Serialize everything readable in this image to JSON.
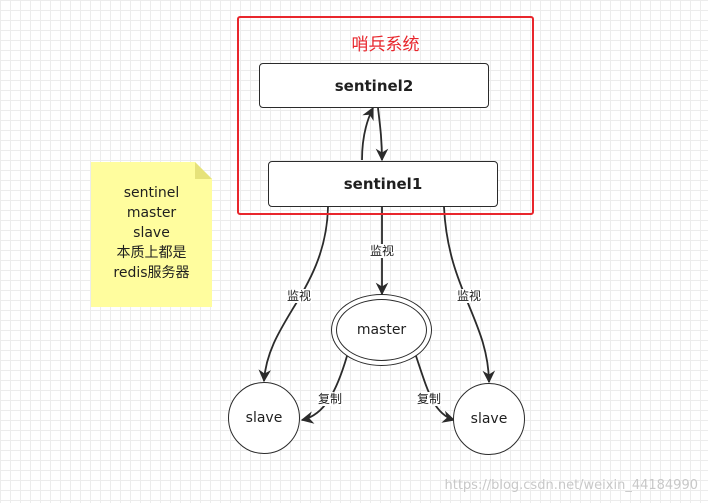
{
  "group": {
    "title": "哨兵系统",
    "color": "#e8262c"
  },
  "nodes": {
    "sentinel2": "sentinel2",
    "sentinel1": "sentinel1",
    "master": "master",
    "slave_left": "slave",
    "slave_right": "slave"
  },
  "note": {
    "lines": [
      "sentinel",
      "master",
      "slave",
      "本质上都是",
      "redis服务器"
    ],
    "color": "#fffd9e"
  },
  "edges": {
    "monitor_left": "监视",
    "monitor_center": "监视",
    "monitor_right": "监视",
    "replicate_left": "复制",
    "replicate_right": "复制"
  },
  "watermark": "https://blog.csdn.net/weixin_44184990"
}
